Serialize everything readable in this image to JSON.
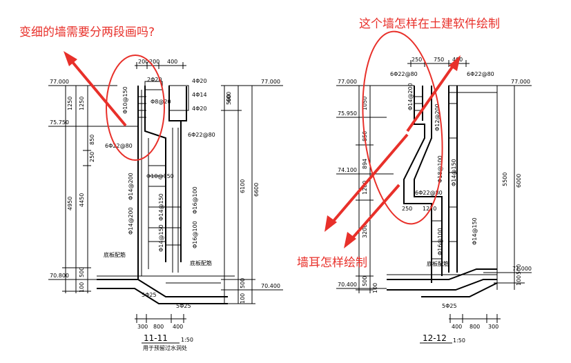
{
  "annotations": {
    "question_left": "变细的墙需要分两段画吗?",
    "question_top_right": "这个墙怎样在土建软件绘制",
    "question_ear": "墙耳怎样绘制"
  },
  "drawing_left": {
    "title": "11-11",
    "scale": "1:50",
    "subtitle": "用于预留过水洞处",
    "elev_top": "77.000",
    "elev_mid": "75.750",
    "elev_bottom": "70.800",
    "elev_bottom_right": "70.400",
    "elev_top_right": "77.000",
    "dims_top": [
      "200",
      "200",
      "400"
    ],
    "dims_bottom": [
      "300",
      "800",
      "400"
    ],
    "dims_left": [
      "1250",
      "1250",
      "850",
      "250",
      "4450",
      "4950",
      "500",
      "100"
    ],
    "dims_right": [
      "500",
      "600",
      "6100",
      "6600",
      "500",
      "100"
    ],
    "rebar": [
      "2Φ20",
      "4Φ20",
      "4Φ14",
      "4Φ20",
      "Φ10@150",
      "Φ8@20",
      "6Φ22@80",
      "6Φ22@80",
      "Φ10@150",
      "Φ14@200",
      "Φ14@200",
      "Φ14@150",
      "Φ14@150",
      "Φ16@100",
      "Φ16@100",
      "5Φ25",
      "5Φ25"
    ],
    "notes": [
      "底板配筋",
      "底板配筋"
    ]
  },
  "drawing_right": {
    "title": "12-12",
    "scale": "1:50",
    "elev_top": "77.000",
    "elev_2": "75.950",
    "elev_3": "74.100",
    "elev_bottom": "70.400",
    "elev_top_right": "77.000",
    "elev_bottom_right": "71.000",
    "dims_top": [
      "250",
      "750",
      "400"
    ],
    "dims_bottom": [
      "400",
      "800",
      "300"
    ],
    "dims_left": [
      "1050",
      "850",
      "894",
      "1200",
      "3200",
      "500",
      "100"
    ],
    "dims_right": [
      "5500",
      "6000",
      "500",
      "100"
    ],
    "dims_mid": [
      "250",
      "1270"
    ],
    "rebar": [
      "6Φ22@80",
      "6Φ22@80",
      "Φ14@200",
      "Φ12@200",
      "Φ18@100",
      "Φ14@150",
      "6Φ22@80",
      "Φ16@100",
      "Φ14@150",
      "5Φ25"
    ],
    "notes": [
      "底板配筋"
    ]
  }
}
